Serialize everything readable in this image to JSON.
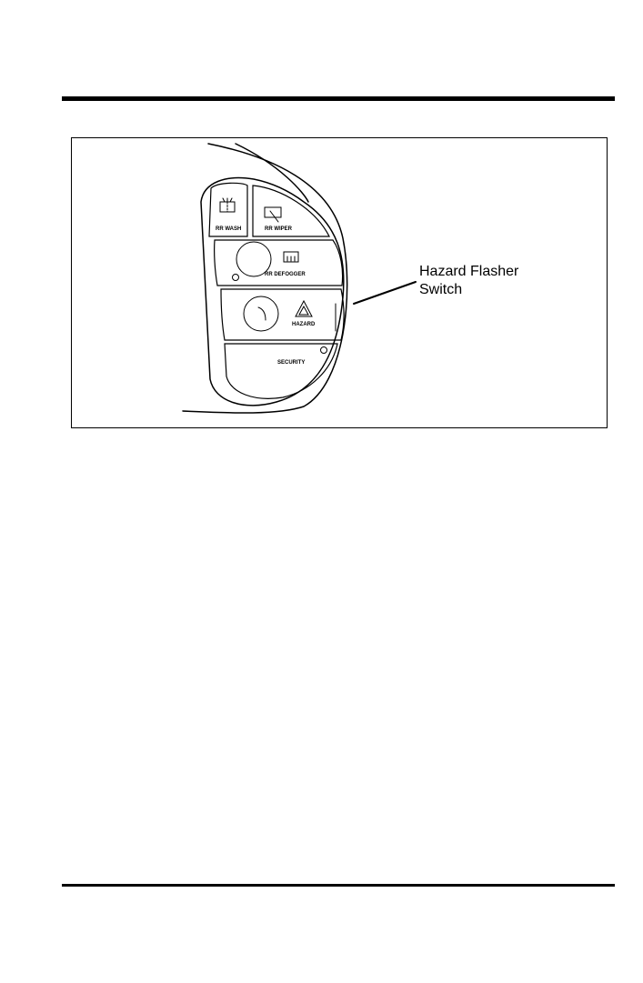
{
  "figure": {
    "callout_line1": "Hazard Flasher",
    "callout_line2": "Switch",
    "labels": {
      "rr_wash": "RR WASH",
      "rr_wiper": "RR WIPER",
      "rr_defogger": "RR DEFOGGER",
      "hazard": "HAZARD",
      "security": "SECURITY"
    },
    "icons": [
      "washer-fluid-icon",
      "wiper-icon",
      "rear-defogger-icon",
      "hazard-triangle-icon"
    ]
  }
}
